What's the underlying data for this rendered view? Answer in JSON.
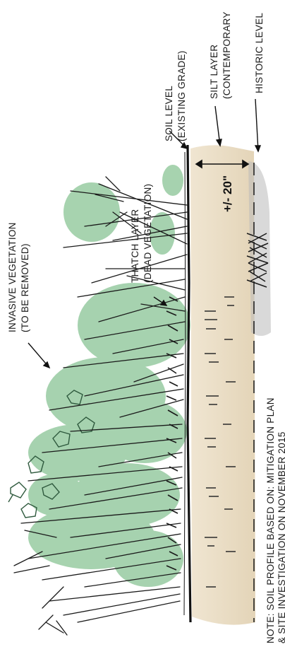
{
  "labels": {
    "soil_level_1": "SOIL LEVEL",
    "soil_level_2": "(EXISTING GRADE)",
    "silt_layer_1": "SILT LAYER",
    "silt_layer_2": "(CONTEMPORARY",
    "historic_level": "HISTORIC LEVEL",
    "thatch_1": "THATCH LAYER",
    "thatch_2": "(DEAD VEGETATION)",
    "invasive_1": "INVASIVE VEGETATION",
    "invasive_2": "(TO BE REMOVED)",
    "dimension": "+/- 20\"",
    "note_1": "NOTE:  SOIL PROFILE BASED ON:  MITIGATION PLAN",
    "note_2": "& SITE INVESTIGATION ON NOVEMBER 2015"
  },
  "colors": {
    "silt_fill": "#e7d9bf",
    "vegetation_green": "#5fae6e",
    "vegetation_dark": "#2f5a3e",
    "ink": "#1a1a1a",
    "historic_shade": "#b9b9b9"
  }
}
